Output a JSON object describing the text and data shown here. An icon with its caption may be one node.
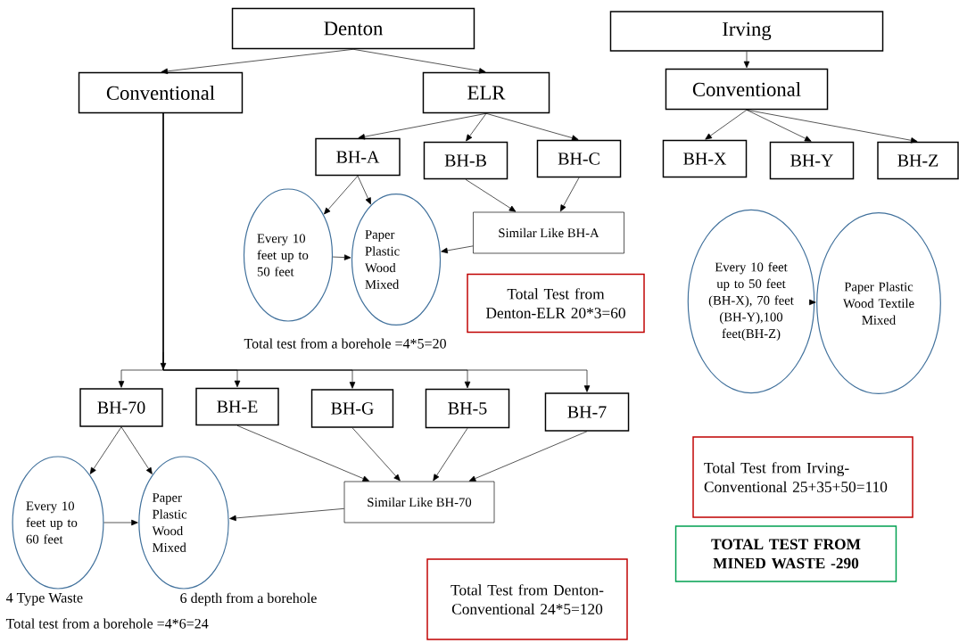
{
  "diagram": {
    "nodes": [
      {
        "text": [
          "Denton"
        ]
      },
      {
        "text": [
          "Conventional"
        ]
      },
      {
        "text": [
          "ELR"
        ]
      },
      {
        "text": [
          "BH-A"
        ]
      },
      {
        "text": [
          "BH-B"
        ]
      },
      {
        "text": [
          "BH-C"
        ]
      },
      {
        "text": [
          "Every 10 feet up to 50 feet"
        ]
      },
      {
        "text": [
          "Paper Plastic Wood Mixed"
        ]
      },
      {
        "text": [
          "Similar Like BH-A"
        ]
      },
      {
        "text": [
          "Total Test from Denton-ELR  20*3=60"
        ]
      },
      {
        "text": [
          "Irving"
        ]
      },
      {
        "text": [
          "Conventional"
        ]
      },
      {
        "text": [
          "BH-X"
        ]
      },
      {
        "text": [
          "BH-Y"
        ]
      },
      {
        "text": [
          "BH-Z"
        ]
      },
      {
        "text": [
          "Every 10 feet up to 50 feet (BH-X), 70 feet (BH-Y),100 feet(BH-Z)"
        ]
      },
      {
        "text": [
          "Paper Plastic Wood Textile Mixed"
        ]
      },
      {
        "text": [
          "Total Test from Irving-Conventional 25+35+50=110"
        ]
      },
      {
        "text": [
          "TOTAL TEST FROM MINED WASTE -290"
        ]
      },
      {
        "text": [
          "BH-70"
        ]
      },
      {
        "text": [
          "BH-E"
        ]
      },
      {
        "text": [
          "BH-G"
        ]
      },
      {
        "text": [
          "BH-5"
        ]
      },
      {
        "text": [
          "BH-7"
        ]
      },
      {
        "text": [
          "Every 10 feet up to 60 feet"
        ]
      },
      {
        "text": [
          "Paper Plastic Wood Mixed"
        ]
      },
      {
        "text": [
          "Similar Like BH-70"
        ]
      },
      {
        "text": [
          "Total Test from Denton-Conventional 24*5=120"
        ]
      }
    ],
    "edges": [
      {
        "from": 0,
        "to": 1,
        "arrow": "to"
      },
      {
        "from": 0,
        "to": 2,
        "arrow": "to"
      },
      {
        "from": 2,
        "to": 3,
        "arrow": "to"
      },
      {
        "from": 2,
        "to": 4,
        "arrow": "to"
      },
      {
        "from": 2,
        "to": 5,
        "arrow": "to"
      },
      {
        "from": 3,
        "to": 6,
        "arrow": "to"
      },
      {
        "from": 3,
        "to": 7,
        "arrow": "to"
      },
      {
        "from": 6,
        "to": 7,
        "arrow": "to"
      },
      {
        "from": 4,
        "to": 8,
        "arrow": "to"
      },
      {
        "from": 5,
        "to": 8,
        "arrow": "to"
      },
      {
        "from": 8,
        "to": 7,
        "arrow": "to"
      },
      {
        "from": 10,
        "to": 11,
        "arrow": "to"
      },
      {
        "from": 11,
        "to": 12,
        "arrow": "to"
      },
      {
        "from": 11,
        "to": 13,
        "arrow": "to"
      },
      {
        "from": 11,
        "to": 14,
        "arrow": "to"
      },
      {
        "from": 15,
        "to": 16,
        "arrow": "to"
      },
      {
        "from": 1,
        "to": 19,
        "arrow": "to"
      },
      {
        "from": 1,
        "to": 20,
        "arrow": "to"
      },
      {
        "from": 1,
        "to": 21,
        "arrow": "to"
      },
      {
        "from": 1,
        "to": 22,
        "arrow": "to"
      },
      {
        "from": 1,
        "to": 23,
        "arrow": "to"
      },
      {
        "from": 19,
        "to": 24,
        "arrow": "to"
      },
      {
        "from": 19,
        "to": 25,
        "arrow": "to"
      },
      {
        "from": 24,
        "to": 25,
        "arrow": "to"
      },
      {
        "from": 20,
        "to": 26,
        "arrow": "to"
      },
      {
        "from": 21,
        "to": 26,
        "arrow": "to"
      },
      {
        "from": 22,
        "to": 26,
        "arrow": "to"
      },
      {
        "from": 23,
        "to": 26,
        "arrow": "to"
      },
      {
        "from": 26,
        "to": 25,
        "arrow": "to"
      }
    ],
    "labels": [
      "Total test from a borehole =4*5=20",
      "4 Type Waste",
      "6 depth from a borehole",
      "Total test from a borehole =4*6=24"
    ]
  }
}
